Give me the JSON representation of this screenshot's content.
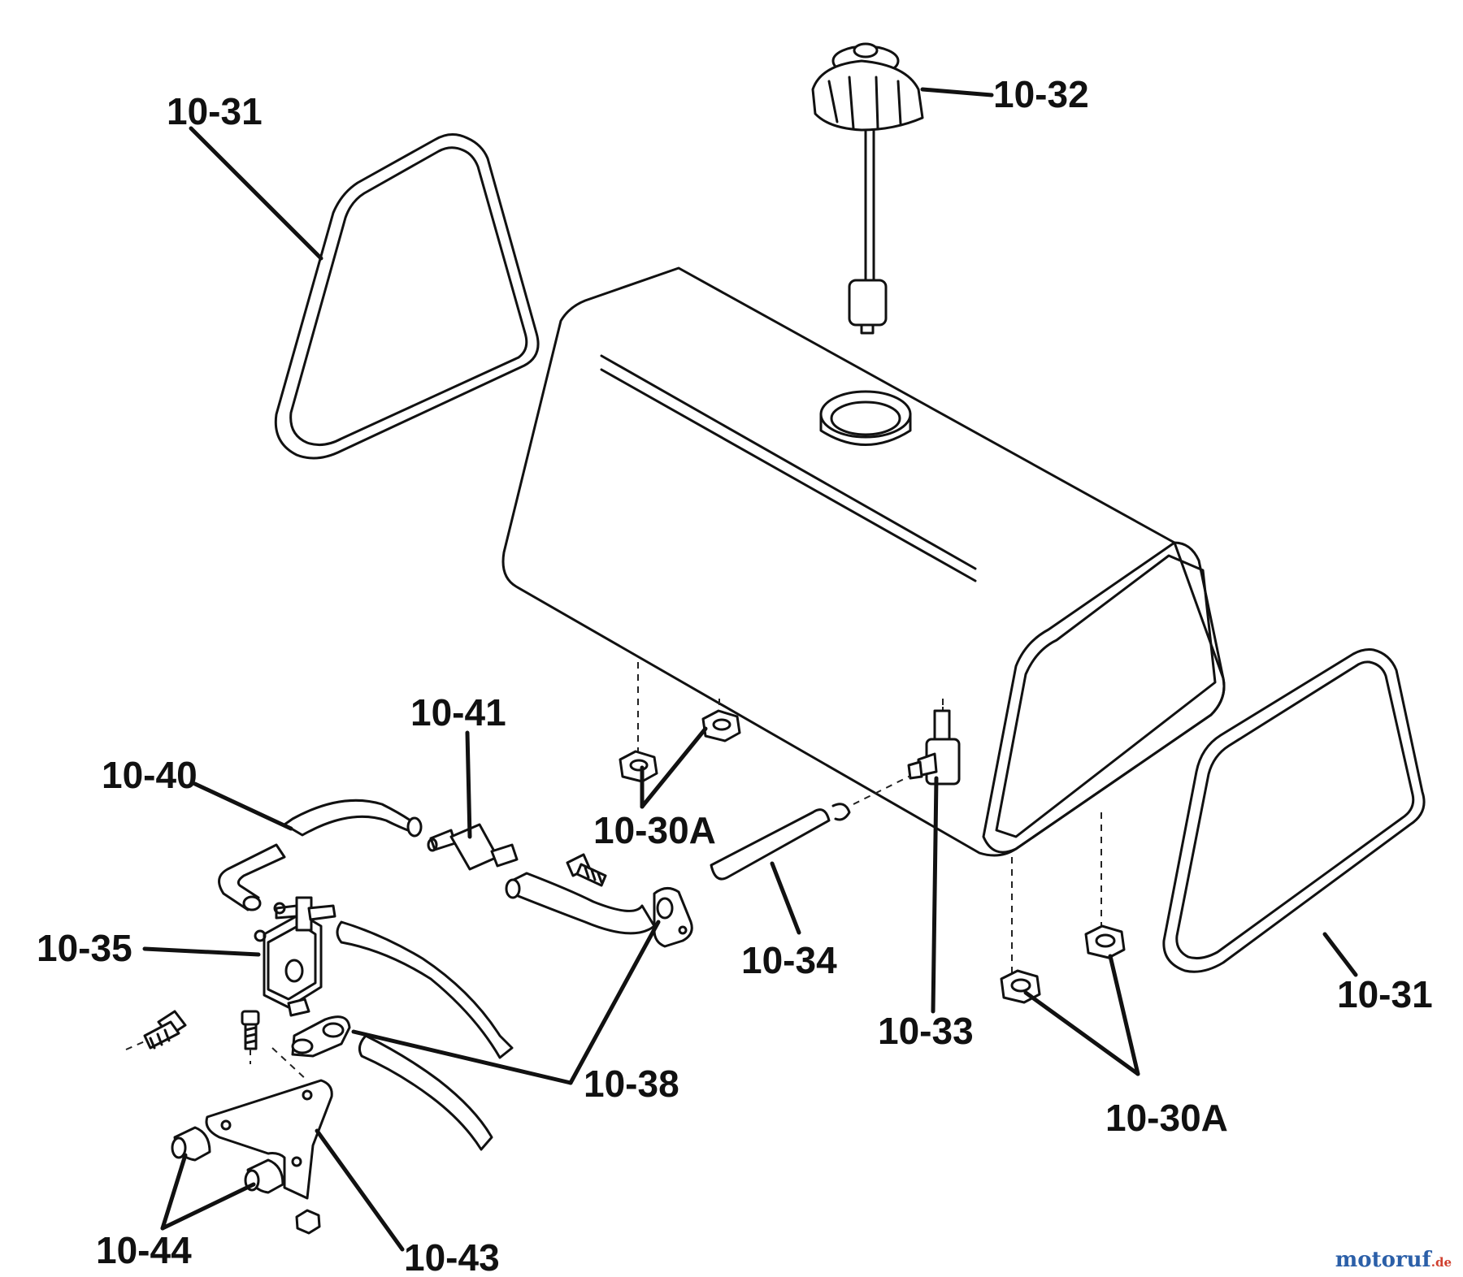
{
  "diagram": {
    "callouts": [
      {
        "id": "c1",
        "label": "10-31"
      },
      {
        "id": "c2",
        "label": "10-32"
      },
      {
        "id": "c3",
        "label": "10-41"
      },
      {
        "id": "c4",
        "label": "10-40"
      },
      {
        "id": "c5",
        "label": "10-30A"
      },
      {
        "id": "c6",
        "label": "10-35"
      },
      {
        "id": "c7",
        "label": "10-34"
      },
      {
        "id": "c8",
        "label": "10-33"
      },
      {
        "id": "c9",
        "label": "10-31"
      },
      {
        "id": "c10",
        "label": "10-38"
      },
      {
        "id": "c11",
        "label": "10-30A"
      },
      {
        "id": "c12",
        "label": "10-44"
      },
      {
        "id": "c13",
        "label": "10-43"
      }
    ]
  },
  "watermark": {
    "main": "motoruf",
    "tld": ".de"
  }
}
